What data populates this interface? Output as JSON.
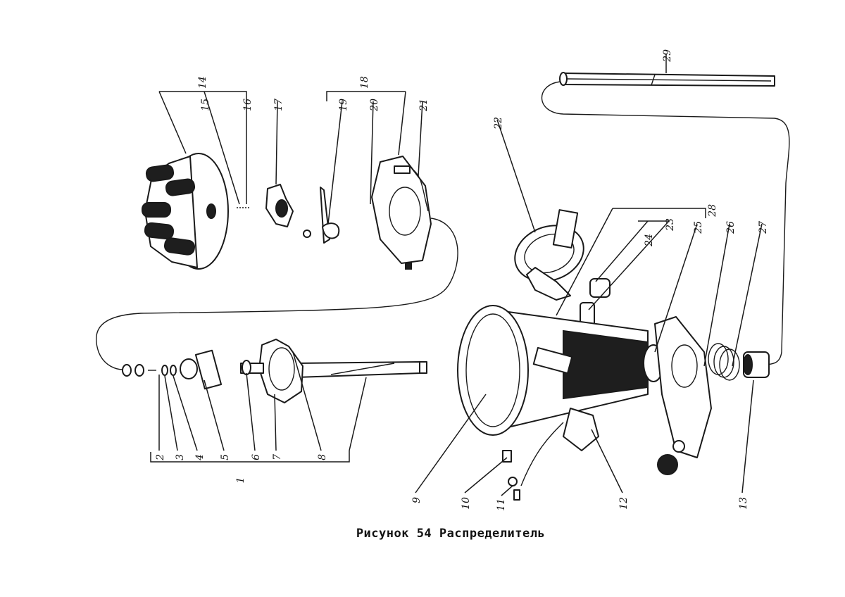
{
  "caption": "Рисунок 54 Распределитель",
  "labels": [
    "1",
    "2",
    "3",
    "4",
    "5",
    "6",
    "7",
    "8",
    "9",
    "10",
    "11",
    "12",
    "13",
    "14",
    "15",
    "16",
    "17",
    "18",
    "19",
    "20",
    "21",
    "22",
    "23",
    "24",
    "25",
    "26",
    "27",
    "28",
    "29"
  ]
}
